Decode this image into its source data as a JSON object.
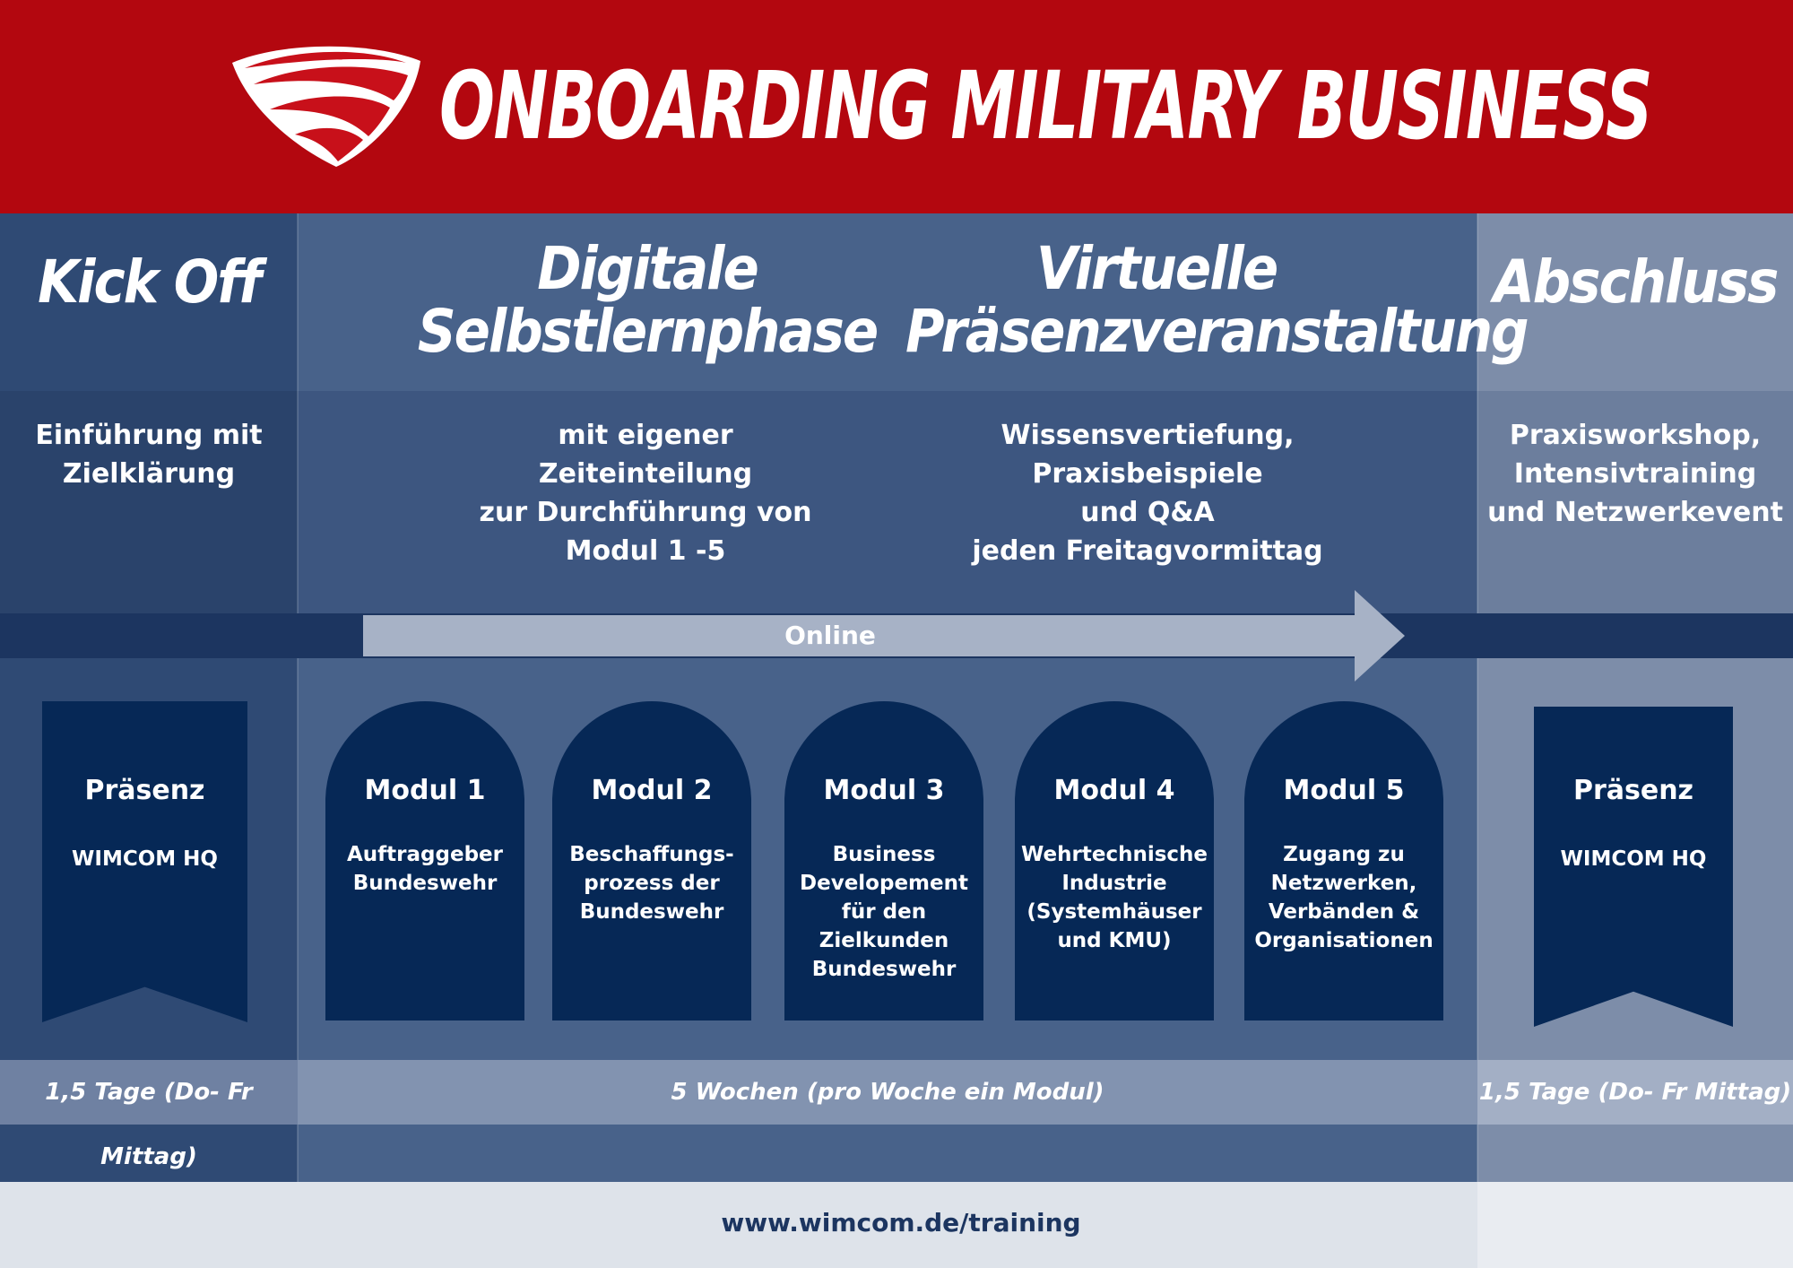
{
  "header": {
    "title": "ONBOARDING MILITARY BUSINESS",
    "logo_icon": "shield-wave-logo",
    "background": "#b3070f"
  },
  "phases": {
    "kick_off": {
      "title": "Kick Off",
      "description": "Einführung mit\nZielklärung"
    },
    "digital": {
      "title_line1": "Digitale",
      "title_line2": "Selbstlernphase",
      "description": "mit eigener\nZeiteinteilung\nzur Durchführung von\nModul 1 -5"
    },
    "virtual": {
      "title_line1": "Virtuelle",
      "title_line2": "Präsenzveranstaltung",
      "description": "Wissensvertiefung,\nPraxisbeispiele\nund Q&A\njeden Freitagvormittag"
    },
    "closing": {
      "title": "Abschluss",
      "description": "Praxisworkshop,\nIntensivtraining\nund Netzwerkevent"
    }
  },
  "online": {
    "label": "Online"
  },
  "cards": {
    "kick_presence": {
      "title": "Präsenz",
      "location": "WIMCOM HQ"
    },
    "modules": [
      {
        "title": "Modul 1",
        "text": "Auftraggeber\nBundeswehr"
      },
      {
        "title": "Modul 2",
        "text": "Beschaffungs-\nprozess der\nBundeswehr"
      },
      {
        "title": "Modul 3",
        "text": "Business\nDevelopement\nfür den\nZielkunden\nBundeswehr"
      },
      {
        "title": "Modul 4",
        "text": "Wehrtechnische\nIndustrie\n(Systemhäuser\nund KMU)"
      },
      {
        "title": "Modul 5",
        "text": "Zugang zu\nNetzwerken,\nVerbänden &\nOrganisationen"
      }
    ],
    "closing_presence": {
      "title": "Präsenz",
      "location": "WIMCOM HQ"
    }
  },
  "durations": {
    "kick_off": "1,5 Tage (Do- Fr Mittag)",
    "middle": "5 Wochen (pro Woche ein Modul)",
    "closing": "1,5 Tage (Do- Fr Mittag)"
  },
  "footer": {
    "url": "www.wimcom.de/training"
  },
  "colors": {
    "card": "#062856",
    "kick_column": "#2f4a74",
    "middle_column": "#48628a",
    "closing_column": "#7d8da9"
  }
}
